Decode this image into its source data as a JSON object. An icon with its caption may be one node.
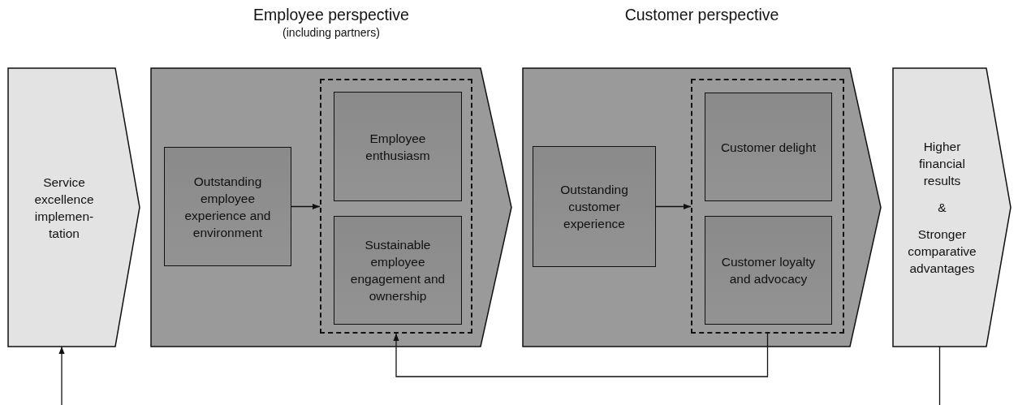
{
  "diagram": {
    "nodes": [
      {
        "text": [
          "Service excellence implemen-tation"
        ]
      },
      {
        "text": [
          "Employee perspective",
          "(including partners)"
        ]
      },
      {
        "text": [
          "Outstanding employee experience and environment"
        ],
        "in": 1
      },
      {
        "text": [],
        "shape": "box",
        "in": 1
      },
      {
        "text": [
          "Employee enthusiasm"
        ],
        "in": 3
      },
      {
        "text": [
          "Sustainable employee engagement and ownership"
        ],
        "in": 3
      },
      {
        "text": [
          "Customer perspective"
        ]
      },
      {
        "text": [
          "Outstanding customer experience"
        ],
        "in": 6
      },
      {
        "text": [],
        "shape": "box",
        "in": 6
      },
      {
        "text": [
          "Customer delight"
        ],
        "in": 8
      },
      {
        "text": [
          "Customer loyalty and advocacy"
        ],
        "in": 8
      },
      {
        "text": [
          "Higher financial results",
          "&",
          "Stronger comparative advantages"
        ]
      }
    ],
    "edges": [
      {
        "from": 2,
        "to": 3,
        "arrow": "to"
      },
      {
        "from": 7,
        "to": 8,
        "arrow": "to"
      },
      {
        "from": 8,
        "to": 3,
        "arrow": "to"
      },
      {
        "from": null,
        "to": 0,
        "arrow": "to"
      },
      {
        "from": 11,
        "to": null,
        "arrow": "none"
      }
    ]
  }
}
